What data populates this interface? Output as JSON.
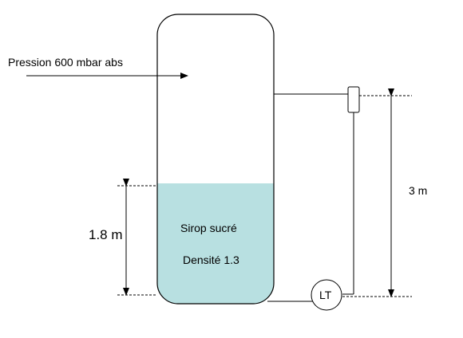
{
  "labels": {
    "pressure": "Pression 600 mbar abs",
    "liquid_name": "Sirop sucré",
    "density": "Densité 1.3",
    "level_height": "1.8 m",
    "range_height": "3 m",
    "transmitter": "LT"
  },
  "colors": {
    "liquid": "#b8e0e1",
    "stroke": "#000000",
    "background": "#ffffff"
  }
}
